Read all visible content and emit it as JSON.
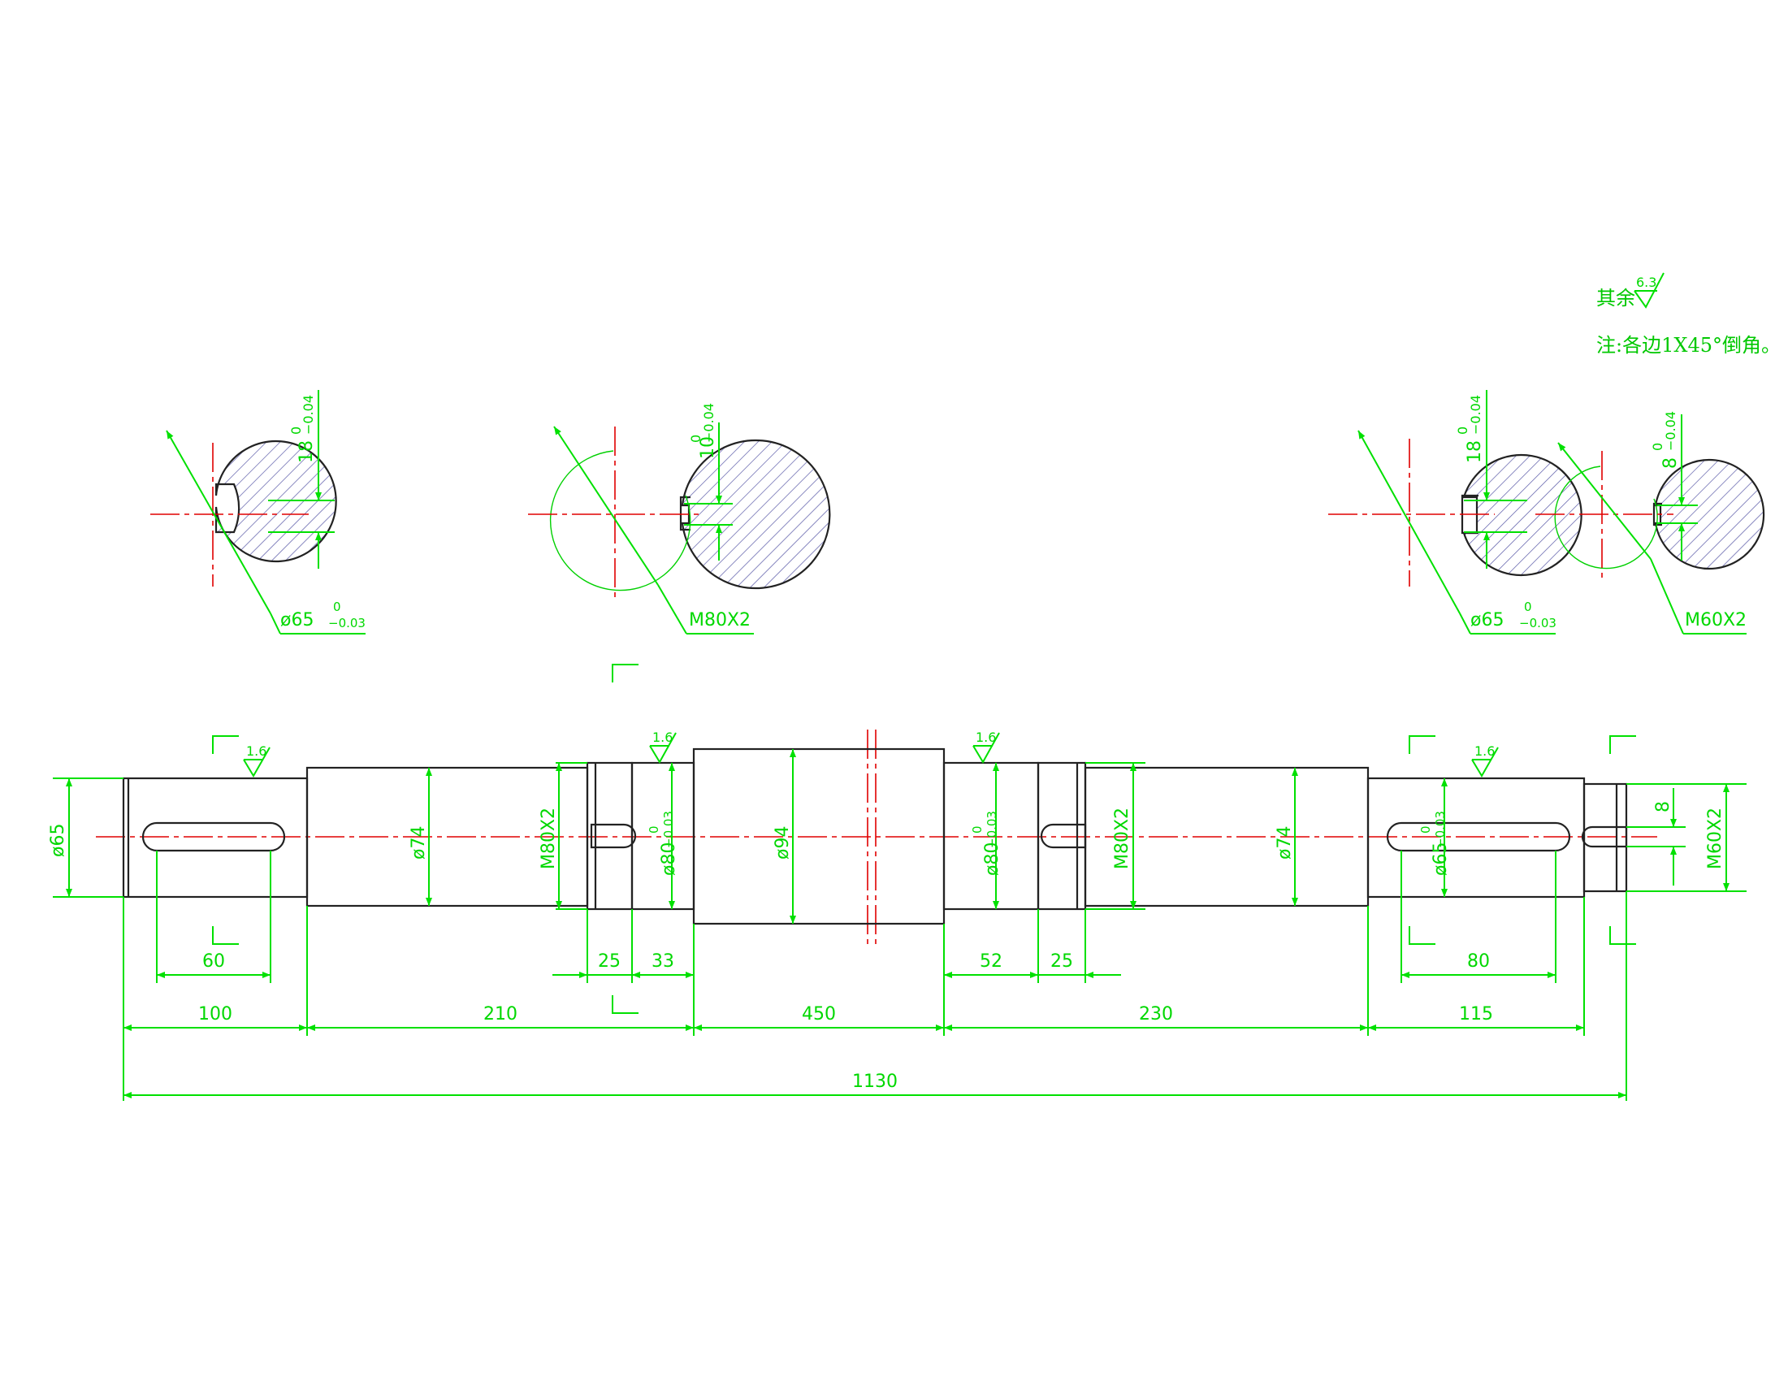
{
  "notes": {
    "rest_label": "其余",
    "rest_roughness": "6.3",
    "chamfer_note": "注:各边1X45°倒角。"
  },
  "roughness": [
    "1.6",
    "1.6",
    "1.6",
    "1.6"
  ],
  "sections": [
    {
      "key_width": "18",
      "key_tol_upper": "0",
      "key_tol_lower": "−0.04",
      "dia_label": "ø65",
      "dia_tol_upper": "0",
      "dia_tol_lower": "−0.03"
    },
    {
      "key_width": "10",
      "key_tol_upper": "0",
      "key_tol_lower": "−0.04",
      "dia_label": "M80X2"
    },
    {
      "key_width": "18",
      "key_tol_upper": "0",
      "key_tol_lower": "−0.04",
      "dia_label": "ø65",
      "dia_tol_upper": "0",
      "dia_tol_lower": "−0.03"
    },
    {
      "key_width": "8",
      "key_tol_upper": "0",
      "key_tol_lower": "−0.04",
      "dia_label": "M60X2"
    }
  ],
  "diameters": {
    "d65_left": "ø65",
    "d74_left": "ø74",
    "m80_left": "M80X2",
    "d80_left": "ø80",
    "d80_left_tol_upper": "0",
    "d80_left_tol_lower": "−0.03",
    "d94": "ø94",
    "d80_right": "ø80",
    "d80_right_tol_upper": "0",
    "d80_right_tol_lower": "−0.03",
    "m80_right": "M80X2",
    "d74_right": "ø74",
    "d65_right": "ø65",
    "d65_right_tol_upper": "0",
    "d65_right_tol_lower": "−0.03",
    "key8": "8",
    "m60": "M60X2"
  },
  "lengths": {
    "key_left": "60",
    "g25_left": "25",
    "g33": "33",
    "g52": "52",
    "g25_right": "25",
    "key_right": "80",
    "l100": "100",
    "l210": "210",
    "l450": "450",
    "l230": "230",
    "l115": "115",
    "total": "1130"
  }
}
